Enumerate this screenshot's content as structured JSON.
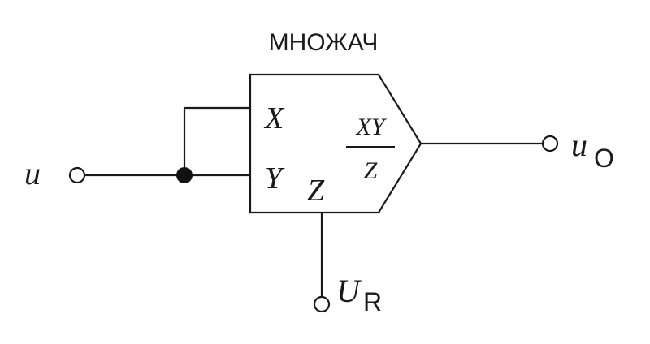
{
  "title": "МНОЖАЧ",
  "block": {
    "input_x": "X",
    "input_y": "Y",
    "input_z": "Z",
    "formula_numerator": "XY",
    "formula_denominator": "Z"
  },
  "terminals": {
    "input_u": "u",
    "output_main": "u",
    "output_sub": "O",
    "reference_main": "U",
    "reference_sub": "R"
  }
}
